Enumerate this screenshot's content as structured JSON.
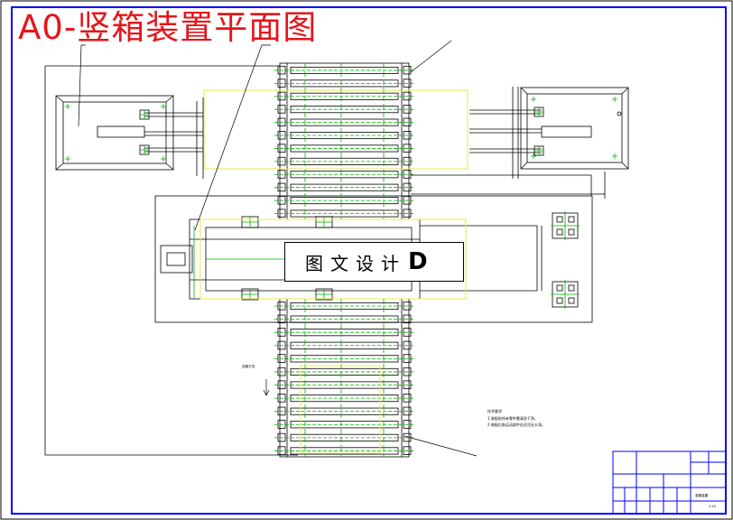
{
  "title": "A0-竖箱装置平面图",
  "watermark": {
    "text": "图文设计",
    "logo_letter": "D"
  },
  "colors": {
    "frame": "#0000ff",
    "line": "#000000",
    "center_line": "#00b000",
    "envelope": "#e8e84a",
    "title": "#e3161b"
  },
  "notes": [
    "技术要求",
    "1.装配前所有零件需清洗干净。",
    "2.装配后各运动部件应灵活无卡滞。"
  ],
  "direction_label": "送箱方向",
  "title_block": {
    "drawing_name": "竖箱装置",
    "scale": "1:10"
  }
}
